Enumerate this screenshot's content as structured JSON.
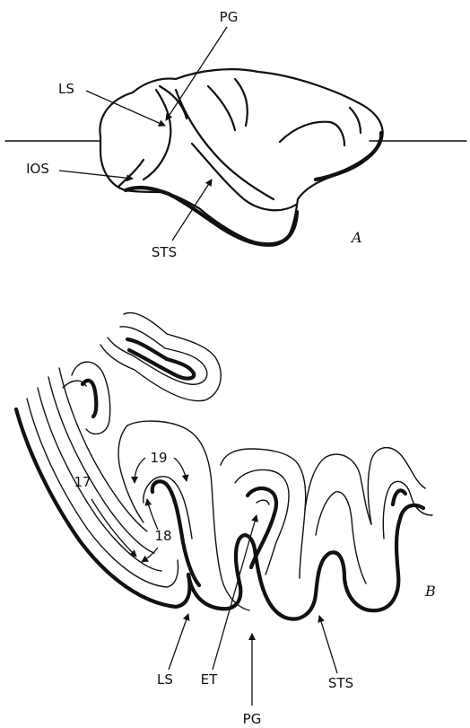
{
  "panel_a": {
    "panel_label": "A",
    "labels": {
      "pg": "PG",
      "ls": "LS",
      "ios": "IOS",
      "sts": "STS"
    }
  },
  "panel_b": {
    "panel_label": "B",
    "area_labels": {
      "a17": "17",
      "a18": "18",
      "a19": "19"
    },
    "labels": {
      "ls": "LS",
      "et": "ET",
      "pg": "PG",
      "sts": "STS"
    }
  }
}
